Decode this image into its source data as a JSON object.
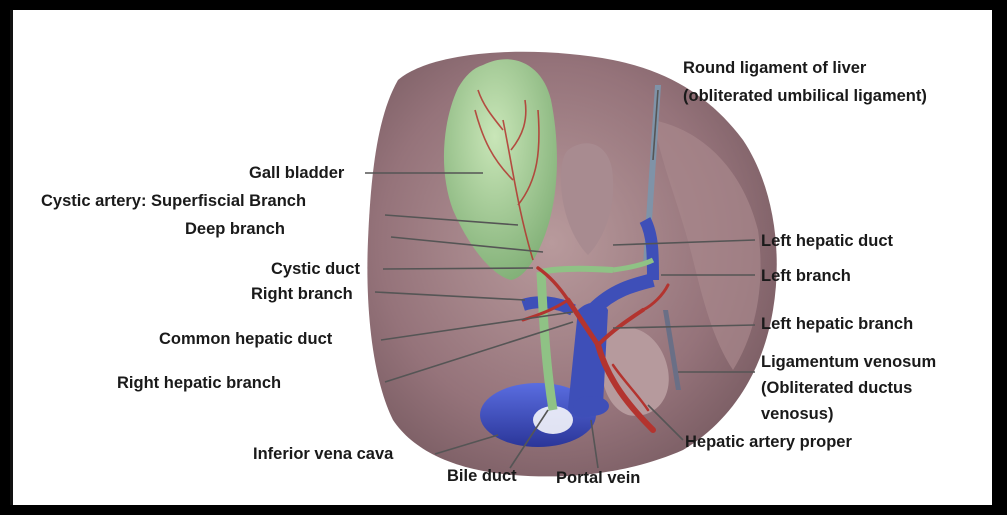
{
  "labels": {
    "gall_bladder": "Gall bladder",
    "cystic_artery_superficial": "Cystic artery: Superfiscial Branch",
    "deep_branch": "Deep branch",
    "cystic_duct": "Cystic duct",
    "right_branch": "Right branch",
    "common_hepatic_duct": "Common hepatic duct",
    "right_hepatic_branch": "Right hepatic branch",
    "inferior_vena_cava": "Inferior vena cava",
    "bile_duct": "Bile duct",
    "portal_vein": "Portal vein",
    "round_ligament_line1": "Round ligament of liver",
    "round_ligament_line2": "(obliterated umbilical ligament)",
    "left_hepatic_duct": "Left hepatic duct",
    "left_branch": "Left branch",
    "left_hepatic_branch": "Left hepatic branch",
    "ligamentum_venosum_line1": "Ligamentum venosum",
    "ligamentum_venosum_line2": "(Obliterated ductus",
    "ligamentum_venosum_line3": "venosus)",
    "hepatic_artery_proper": "Hepatic artery proper"
  },
  "colors": {
    "liver": "#8e6e73",
    "liver_light": "#b89699",
    "gall_bladder": "#a9cf9a",
    "vein": "#3e4fb8",
    "artery": "#b3342f",
    "duct": "#8fc285",
    "ligament": "#7f93a8"
  }
}
